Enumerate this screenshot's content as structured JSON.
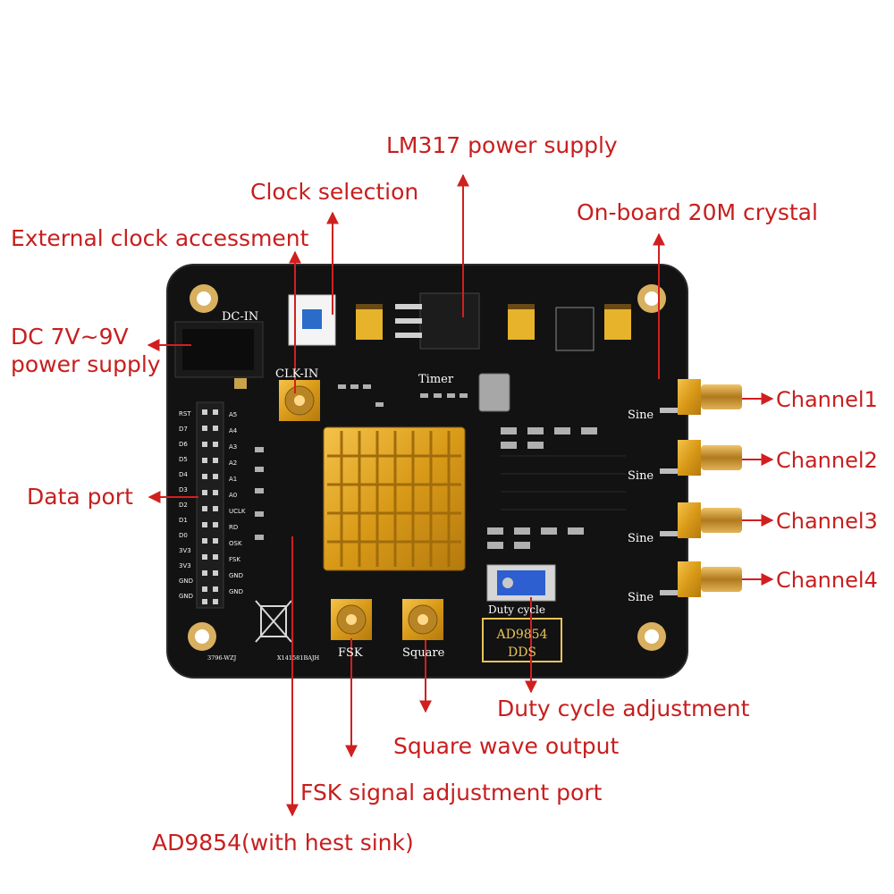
{
  "callouts": {
    "lm317": "LM317 power supply",
    "clock_selection": "Clock selection",
    "crystal": "On-board 20M crystal",
    "ext_clock": "External clock accessment",
    "dc_line1": "DC 7V~9V",
    "dc_line2": "power supply",
    "data_port": "Data port",
    "channel1": "Channel1",
    "channel2": "Channel2",
    "channel3": "Channel3",
    "channel4": "Channel4",
    "duty_adj": "Duty cycle adjustment",
    "square_out": "Square wave output",
    "fsk_port": "FSK signal adjustment port",
    "ad9854": "AD9854(with hest sink)"
  },
  "board": {
    "dc_in": "DC-IN",
    "clk_in": "CLK-IN",
    "timer": "Timer",
    "sine": "Sine",
    "fsk": "FSK",
    "square": "Square",
    "duty_cycle": "Duty cycle",
    "chip_line1": "AD9854",
    "chip_line2": "DDS",
    "serial_left": "3796-WZJ",
    "serial_right": "X141581BAJH",
    "header_pins": [
      "RST",
      "D7",
      "D6",
      "D5",
      "D4",
      "D3",
      "D2",
      "D1",
      "D0",
      "3V3",
      "3V3",
      "GND",
      "GND"
    ],
    "header_pins_right": [
      "A5",
      "A4",
      "A3",
      "A2",
      "A1",
      "A0",
      "UCLK",
      "RD",
      "OSK",
      "FSK",
      "GND",
      "GND"
    ]
  },
  "colors": {
    "callout_red": "#c81e1e",
    "pcb_black": "#111111",
    "heatsink_gold": "#e0a21e",
    "sma_gold": "#c8902a"
  }
}
